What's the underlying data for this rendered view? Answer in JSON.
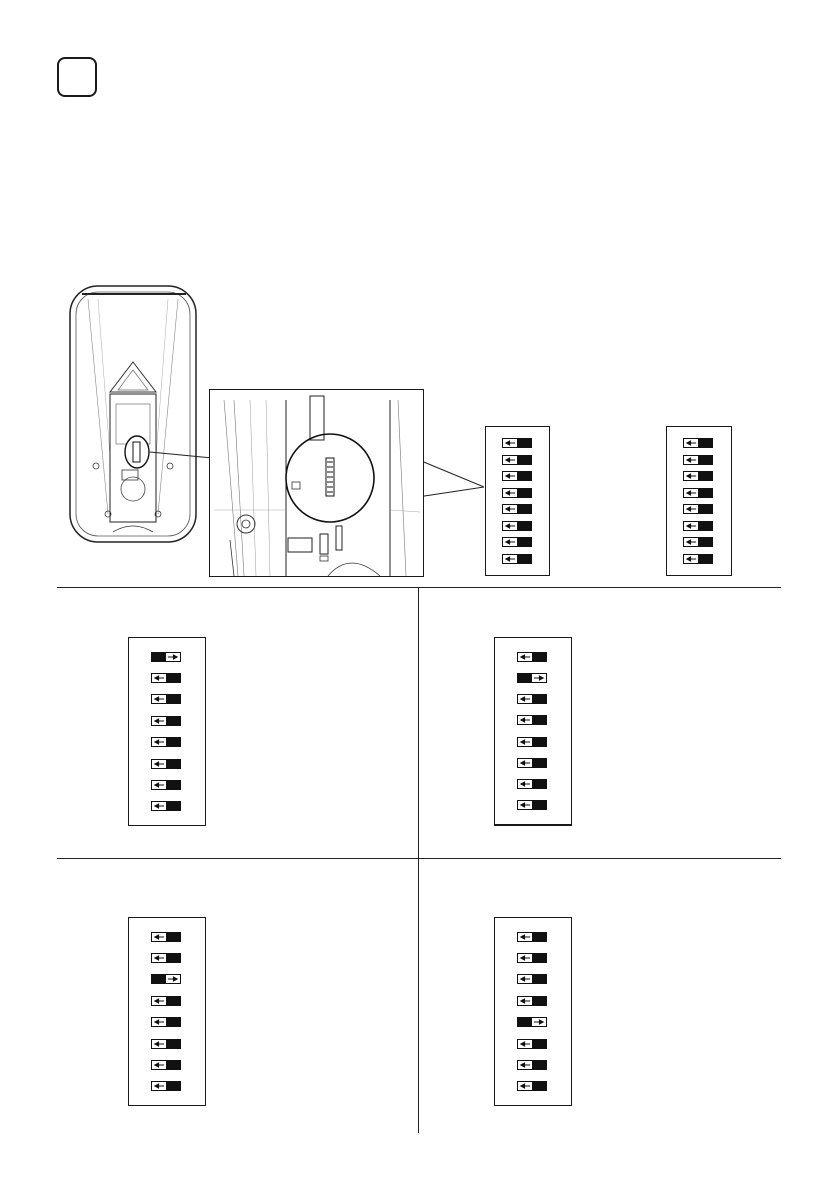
{
  "step_marker": {
    "label": ""
  },
  "overview": {
    "device_illustration": "charger-housing-interior",
    "zoom_illustration": "circuit-board-detail",
    "reference_switch_banks": [
      {
        "id": "ref-left",
        "positions": [
          "off",
          "off",
          "off",
          "off",
          "off",
          "off",
          "off",
          "off"
        ]
      },
      {
        "id": "ref-right",
        "positions": [
          "off",
          "off",
          "off",
          "off",
          "off",
          "off",
          "off",
          "off"
        ]
      }
    ]
  },
  "configurations": [
    {
      "id": "config-1",
      "positions": [
        "on",
        "off",
        "off",
        "off",
        "off",
        "off",
        "off",
        "off"
      ]
    },
    {
      "id": "config-2",
      "positions": [
        "off",
        "on",
        "off",
        "off",
        "off",
        "off",
        "off",
        "off"
      ]
    },
    {
      "id": "config-3",
      "positions": [
        "off",
        "off",
        "on",
        "off",
        "off",
        "off",
        "off",
        "off"
      ]
    },
    {
      "id": "config-4",
      "positions": [
        "off",
        "off",
        "off",
        "off",
        "on",
        "off",
        "off",
        "off"
      ]
    }
  ],
  "colors": {
    "ink": "#111111",
    "paper": "#ffffff"
  }
}
